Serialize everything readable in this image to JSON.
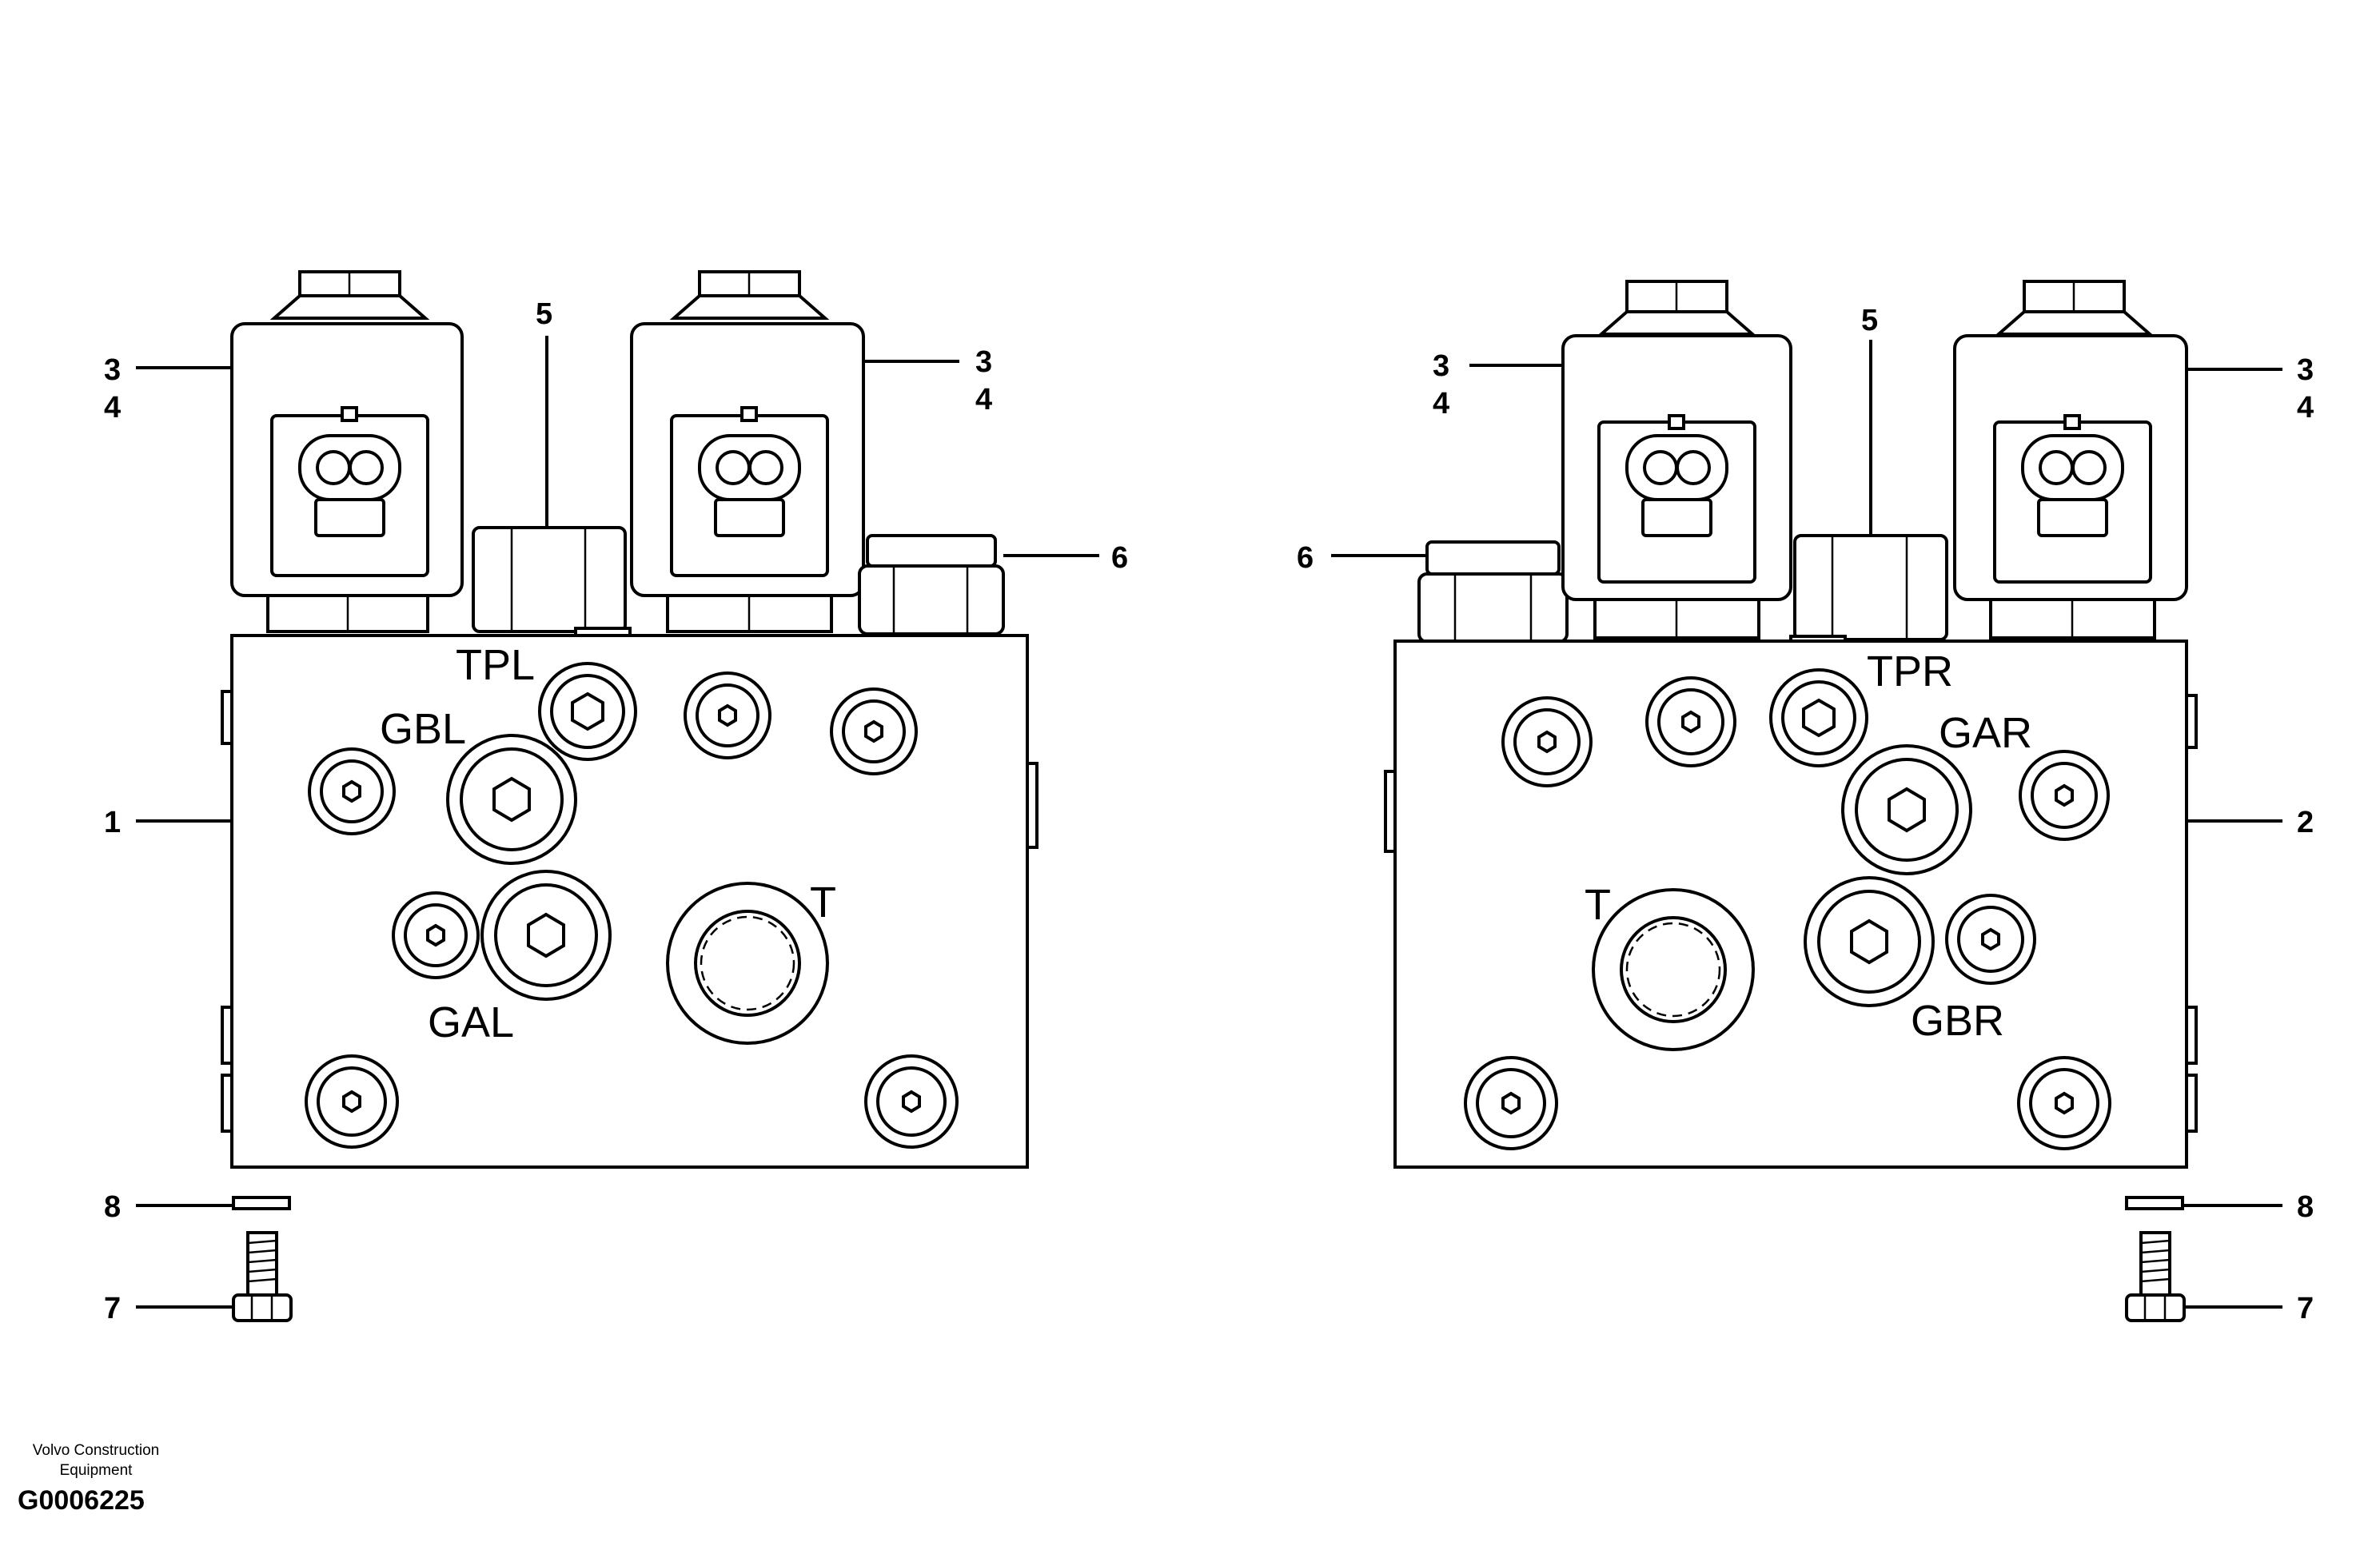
{
  "left_assembly": {
    "callouts": {
      "body": "1",
      "solenoid_left_a": "3",
      "solenoid_left_b": "4",
      "solenoid_right_a": "3",
      "solenoid_right_b": "4",
      "pressure_port_fitting": "5",
      "plug": "6",
      "screw": "7",
      "washer": "8"
    },
    "port_labels": {
      "tpl": "TPL",
      "gbl": "GBL",
      "gal": "GAL",
      "t": "T"
    }
  },
  "right_assembly": {
    "callouts": {
      "body": "2",
      "solenoid_left_a": "3",
      "solenoid_left_b": "4",
      "solenoid_right_a": "3",
      "solenoid_right_b": "4",
      "pressure_port_fitting": "5",
      "plug": "6",
      "screw": "7",
      "washer": "8"
    },
    "port_labels": {
      "tpr": "TPR",
      "gar": "GAR",
      "gbr": "GBR",
      "t": "T"
    }
  },
  "footer": {
    "company_line1": "Volvo Construction",
    "company_line2": "Equipment",
    "drawing_id": "G0006225"
  }
}
